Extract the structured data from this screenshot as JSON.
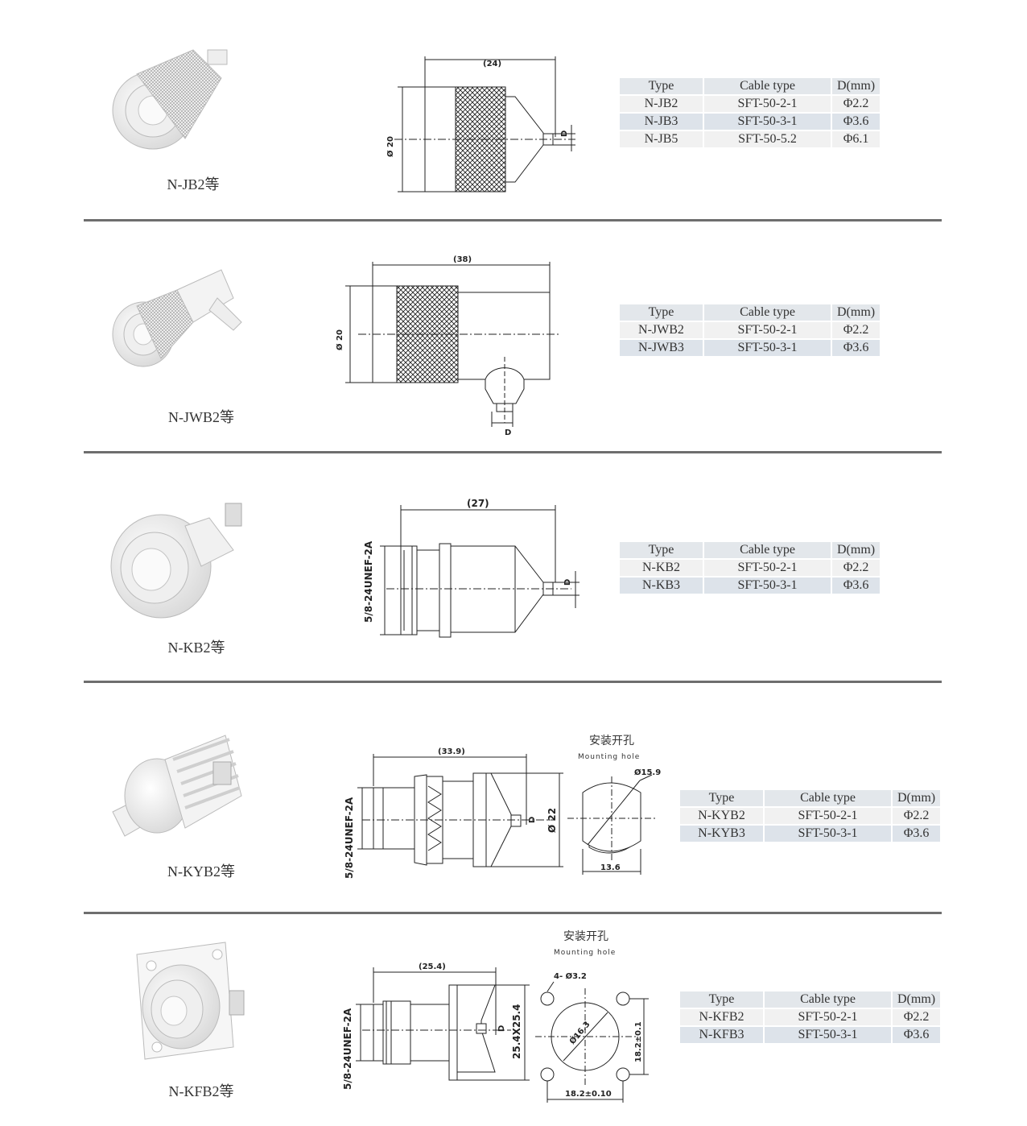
{
  "table_headers": {
    "type": "Type",
    "cable": "Cable type",
    "d": "D(mm)"
  },
  "products": [
    {
      "caption": "N-JB2等",
      "dims": {
        "length": "(24)",
        "dia": "Ø 20",
        "d": "D"
      },
      "rows": [
        {
          "type": "N-JB2",
          "cable": "SFT-50-2-1",
          "d": "Φ2.2"
        },
        {
          "type": "N-JB3",
          "cable": "SFT-50-3-1",
          "d": "Φ3.6"
        },
        {
          "type": "N-JB5",
          "cable": "SFT-50-5.2",
          "d": "Φ6.1"
        }
      ]
    },
    {
      "caption": "N-JWB2等",
      "dims": {
        "length": "(38)",
        "dia": "Ø 20",
        "d": "D"
      },
      "rows": [
        {
          "type": "N-JWB2",
          "cable": "SFT-50-2-1",
          "d": "Φ2.2"
        },
        {
          "type": "N-JWB3",
          "cable": "SFT-50-3-1",
          "d": "Φ3.6"
        }
      ]
    },
    {
      "caption": "N-KB2等",
      "dims": {
        "length": "(27)",
        "thread": "5/8-24UNEF-2A",
        "d": "D"
      },
      "rows": [
        {
          "type": "N-KB2",
          "cable": "SFT-50-2-1",
          "d": "Φ2.2"
        },
        {
          "type": "N-KB3",
          "cable": "SFT-50-3-1",
          "d": "Φ3.6"
        }
      ]
    },
    {
      "caption": "N-KYB2等",
      "dims": {
        "length": "(33.9)",
        "thread": "5/8-24UNEF-2A",
        "dia": "Ø 22",
        "d": "D",
        "hole_dia": "Ø15.9",
        "hole_flat": "13.6"
      },
      "mounting_cn": "安装开孔",
      "mounting_en": "Mounting hole",
      "rows": [
        {
          "type": "N-KYB2",
          "cable": "SFT-50-2-1",
          "d": "Φ2.2"
        },
        {
          "type": "N-KYB3",
          "cable": "SFT-50-3-1",
          "d": "Φ3.6"
        }
      ]
    },
    {
      "caption": "N-KFB2等",
      "dims": {
        "length": "(25.4)",
        "thread": "5/8-24UNEF-2A",
        "flange": "25.4X25.4",
        "d": "D",
        "holes": "4- Ø3.2",
        "center": "Ø16.3",
        "pitch_v": "18.2±0.1",
        "pitch_h": "18.2±0.10"
      },
      "mounting_cn": "安装开孔",
      "mounting_en": "Mounting hole",
      "rows": [
        {
          "type": "N-KFB2",
          "cable": "SFT-50-2-1",
          "d": "Φ2.2"
        },
        {
          "type": "N-KFB3",
          "cable": "SFT-50-3-1",
          "d": "Φ3.6"
        }
      ]
    }
  ]
}
